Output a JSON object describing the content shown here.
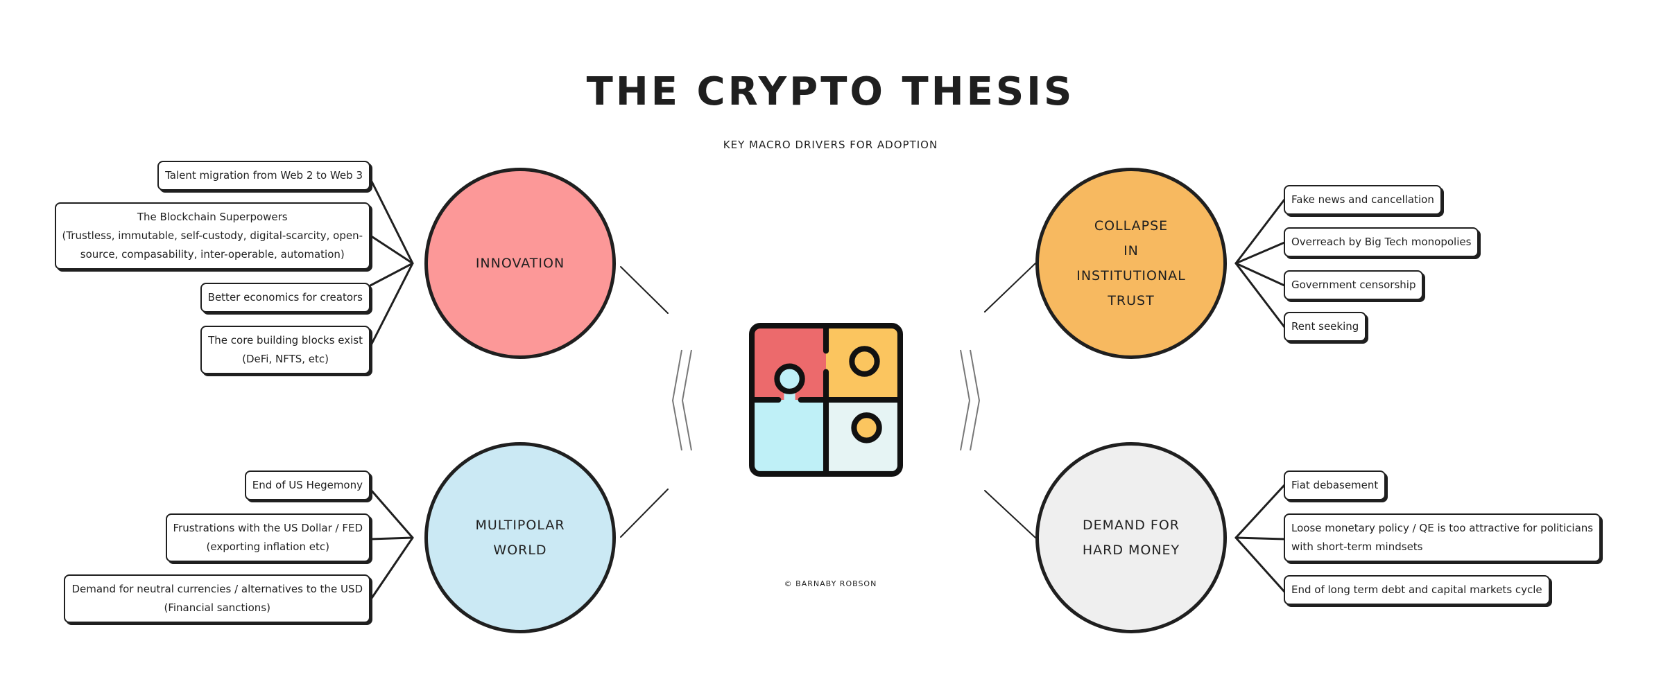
{
  "title": "THE CRYPTO THESIS",
  "subtitle": "KEY MACRO DRIVERS FOR ADOPTION",
  "credit": "© BARNABY ROBSON",
  "colors": {
    "innovation": "#fc9898",
    "collapse": "#f7b960",
    "multipolar": "#cbe9f4",
    "demand": "#efefef",
    "puzzle_red": "#ec6a6c",
    "puzzle_yellow": "#fbc55f",
    "puzzle_blue": "#bff0f7",
    "puzzle_mint": "#e6f4f4",
    "ink": "#1f1f1f"
  },
  "center_icon": "puzzle-icon",
  "topics": {
    "innovation": {
      "label_lines": [
        "INNOVATION"
      ],
      "items": [
        {
          "lines": [
            "Talent migration from Web 2 to Web 3"
          ]
        },
        {
          "lines": [
            "The Blockchain Superpowers",
            "(Trustless, immutable, self-custody, digital-scarcity, open-",
            "source, compasability, inter-operable, automation)"
          ]
        },
        {
          "lines": [
            "Better economics for creators"
          ]
        },
        {
          "lines": [
            "The core building blocks exist",
            "(DeFi, NFTS, etc)"
          ]
        }
      ]
    },
    "collapse": {
      "label_lines": [
        "COLLAPSE",
        "IN",
        "INSTITUTIONAL",
        "TRUST"
      ],
      "items": [
        {
          "lines": [
            "Fake news and cancellation"
          ]
        },
        {
          "lines": [
            "Overreach by Big Tech monopolies"
          ]
        },
        {
          "lines": [
            "Government censorship"
          ]
        },
        {
          "lines": [
            "Rent seeking"
          ]
        }
      ]
    },
    "multipolar": {
      "label_lines": [
        "MULTIPOLAR",
        "WORLD"
      ],
      "items": [
        {
          "lines": [
            "End of US Hegemony"
          ]
        },
        {
          "lines": [
            "Frustrations with the US Dollar / FED",
            "(exporting inflation etc)"
          ]
        },
        {
          "lines": [
            "Demand for neutral currencies / alternatives to the USD",
            "(Financial sanctions)"
          ]
        }
      ]
    },
    "demand": {
      "label_lines": [
        "DEMAND FOR",
        "HARD MONEY"
      ],
      "items": [
        {
          "lines": [
            "Fiat debasement"
          ]
        },
        {
          "lines": [
            "Loose monetary policy / QE is too attractive for politicians",
            "with short-term mindsets"
          ]
        },
        {
          "lines": [
            "End of long term debt and capital markets cycle"
          ]
        }
      ]
    }
  }
}
